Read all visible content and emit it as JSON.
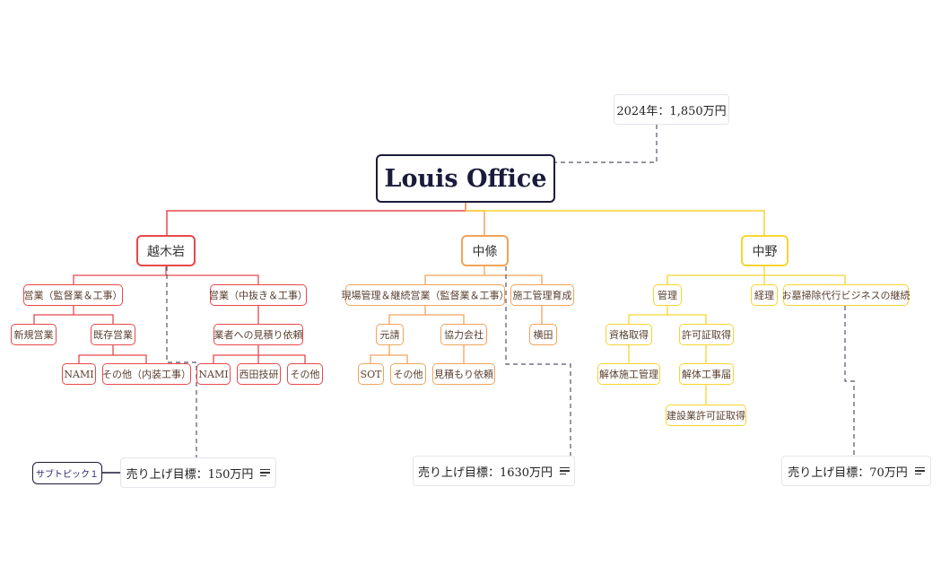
{
  "colors": {
    "root": "#1a1a3a",
    "red": "#e8484a",
    "orange": "#f0a45a",
    "yellow": "#f7d430",
    "dashed": "#55556a"
  },
  "root": {
    "label": "Louis Office"
  },
  "summary": {
    "label": "2024年：1,850万円"
  },
  "branches": {
    "koshikiiwa": {
      "label": "越木岩",
      "eigyo_kantoku": "営業（監督業＆工事）",
      "shinki": "新規営業",
      "kizon": "既存営業",
      "nami1": "NAMI",
      "sonota_naiso": "その他（内装工事）",
      "eigyo_nakanuki": "営業（中抜き＆工事）",
      "mitsumori": "業者への見積り依頼",
      "nami2": "NAMI",
      "nishida": "西田技研",
      "sonota2": "その他",
      "target": "売り上げ目標：150万円"
    },
    "nakajo": {
      "label": "中條",
      "genba": "現場管理＆継続営業（監督業＆工事）",
      "seko": "施工管理育成",
      "motouke": "元請",
      "kyoryoku": "協力会社",
      "yokota": "横田",
      "sot": "SOT",
      "sonota": "その他",
      "mitsumori_irai": "見積もり依頼",
      "target": "売り上げ目標：1630万円"
    },
    "nakano": {
      "label": "中野",
      "kanri": "管理",
      "keiri": "経理",
      "ohaka": "お墓掃除代行ビジネスの継続",
      "shikaku": "資格取得",
      "kyoka": "許可証取得",
      "kaitai_seko": "解体施工管理",
      "kaitai_todoke": "解体工事届",
      "kensetsu": "建設業許可証取得",
      "target": "売り上げ目標：70万円"
    }
  },
  "subtopic": {
    "label": "サブトピック１"
  }
}
